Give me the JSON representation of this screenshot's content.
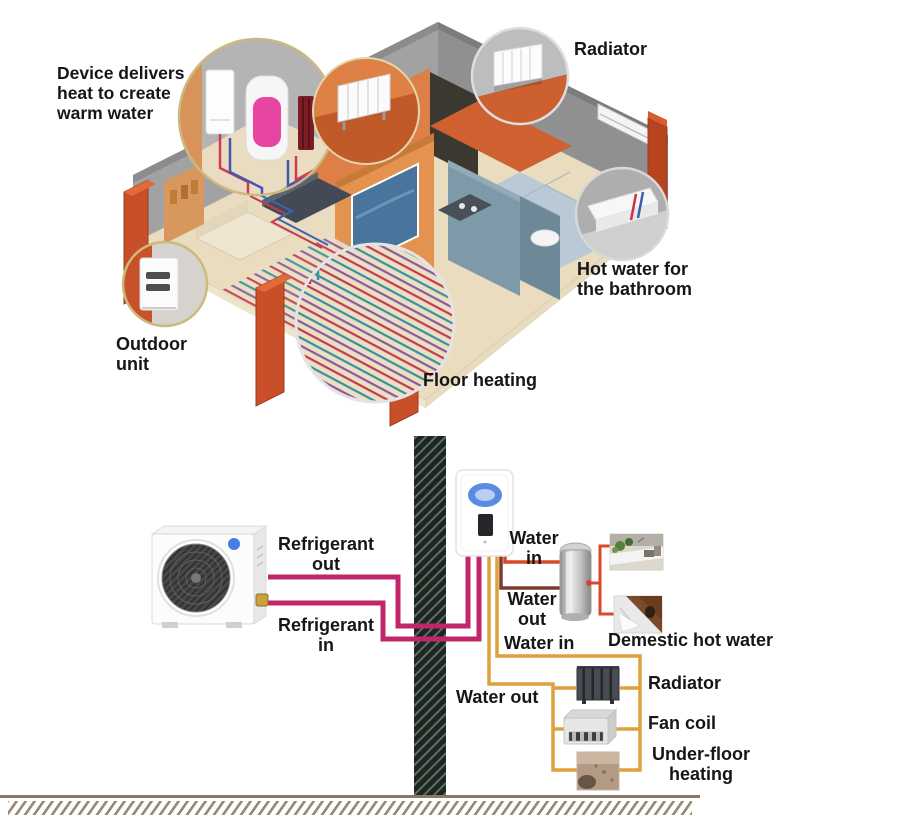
{
  "top_illustration": {
    "title": "heat-pump-home-cutaway",
    "labels": {
      "device": "Device delivers\nheat to create\nwarm water",
      "radiator": "Radiator",
      "hot_water": "Hot water for\nthe bathroom",
      "floor_heating": "Floor heating",
      "outdoor_unit": "Outdoor\nunit"
    }
  },
  "schematic": {
    "labels": {
      "refrigerant_out": "Refrigerant\nout",
      "refrigerant_in": "Refrigerant\nin",
      "water_in_tank": "Water\nin",
      "water_out_tank": "Water\nout",
      "water_in_loop": "Water in",
      "water_out_loop": "Water out",
      "domestic_hot_water": "Demestic hot water",
      "radiator": "Radiator",
      "fan_coil": "Fan coil",
      "underfloor_heating": "Under-floor\nheating"
    },
    "colors": {
      "refrigerant_pipe": "#c2266a",
      "heating_water_pipe": "#dca23c",
      "water_in_pipe": "#d8492b",
      "water_out_pipe": "#7a3c30",
      "domestic_loop_pipe": "#d8492b",
      "wall": "#1d2520",
      "ground_hatch": "#98886f"
    }
  }
}
